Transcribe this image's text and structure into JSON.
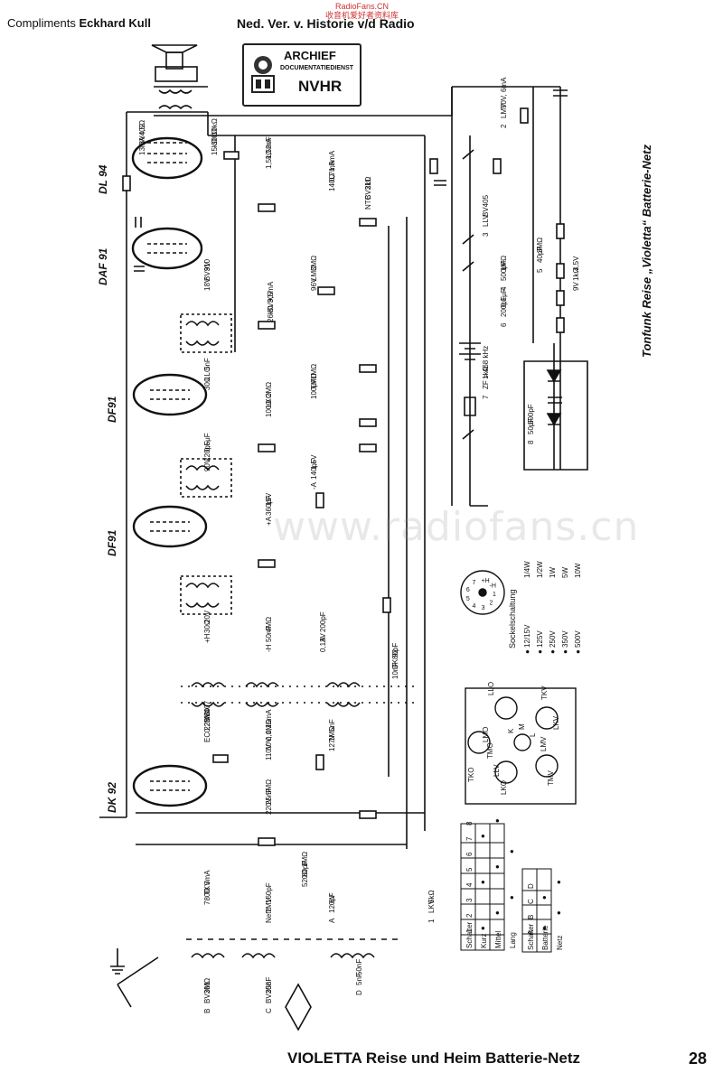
{
  "header": {
    "compliments_prefix": "Compliments",
    "compliments_name": "Eckhard Kull",
    "association": "Ned. Ver. v. Historie v/d Radio",
    "watermark_line1": "RadioFans.CN",
    "watermark_line2": "收音机爱好者资料库"
  },
  "stamp": {
    "title": "ARCHIEF",
    "subtitle": "DOCUMENTATIEDIENST",
    "org": "NVHR"
  },
  "side_title": "Tonfunk Reise „Violetta“ Batterie-Netz",
  "watermark_mid": "www.radiofans.cn",
  "footer": {
    "title_bold": "VIOLETTA",
    "title_rest": "Reise und Heim Batterie-Netz",
    "page_number": "28"
  },
  "tubes": [
    {
      "name": "DL 94"
    },
    {
      "name": "DAF 91"
    },
    {
      "name": "DF91"
    },
    {
      "name": "DF91"
    },
    {
      "name": "DK 92"
    }
  ],
  "component_labels": [
    "4,5Ω",
    "10kΩ",
    "2nF",
    "1,5mA",
    "2kΩ",
    "9V",
    "9,5mA",
    "3MΩ",
    "5nF",
    "2MΩ",
    "1MΩ",
    "0,5μF",
    "15V",
    "1,5V",
    "20V",
    "4MΩ",
    "200pF",
    "80pF",
    "BV407",
    "0,1MΩ",
    "5nF",
    "5MΩ",
    "1MΩ",
    "3mA",
    "160pF",
    "6V",
    "2MΩ",
    "25nF",
    "50nF",
    "5kΩ",
    "70V, 6mA",
    "BV405",
    "1MΩ",
    "3MΩ",
    "0,1μF",
    "1kΩ",
    "500pF",
    "4,5V",
    "BV402",
    "30kΩ",
    "1,5mA",
    "0,7mA",
    "BV311",
    "BV310",
    "BV307",
    "LMO",
    "LLO",
    "LKO",
    "TMO",
    "220pF",
    "360pF",
    "140pF",
    "30Ω",
    "50nF",
    "3V",
    "DK 92",
    "0,2MΩ",
    "60V, 0,15mA",
    "1MΩ",
    "25nF",
    "80pF",
    "TKV",
    "TMV",
    "120pF",
    "BV301",
    "BV308",
    "5nF",
    "LKV",
    "LMV",
    "LLV",
    "500pF",
    "40pF",
    "200pF",
    "ZF = 468 kHz",
    "50μF",
    "1kΩ",
    "13mA",
    "15kΩ",
    "1,5kΩ",
    "140Ω",
    "NTC",
    "18V",
    "26kΩ",
    "96V",
    "30Ω",
    "100Ω",
    "100μF",
    "90V",
    "+A",
    "-A",
    "+H",
    "-H",
    "0,1A",
    "10nF",
    "EC 220/80",
    "110V",
    "127V",
    "220V",
    "520Ω",
    "780Ω",
    "Netz",
    "A",
    "B",
    "C",
    "D",
    "1",
    "2",
    "3",
    "4",
    "5",
    "6",
    "7",
    "8",
    "9V"
  ],
  "tube_base": {
    "title": "Sockelschaltung",
    "pins": [
      "1",
      "2",
      "3",
      "4",
      "5",
      "6",
      "7",
      "+H",
      "-H"
    ],
    "voltage_legend": [
      "12/15V",
      "125V",
      "250V",
      "350V",
      "500V"
    ],
    "wattage_legend": [
      "1/4W",
      "1/2W",
      "1W",
      "5W",
      "10W"
    ]
  },
  "coil_layout": [
    "LLO",
    "TKV",
    "LKV",
    "LMO",
    "LMV",
    "TKO",
    "TMO",
    "LKO",
    "LLV",
    "TMV",
    "K",
    "M",
    "L"
  ],
  "switch_table": {
    "header": [
      "Schalter",
      "1",
      "2",
      "3",
      "4",
      "5",
      "6",
      "7",
      "8"
    ],
    "rows": [
      {
        "label": "Kurz",
        "dots": [
          1,
          0,
          0,
          1,
          0,
          0,
          1,
          0
        ]
      },
      {
        "label": "Mittel",
        "dots": [
          0,
          1,
          0,
          0,
          1,
          0,
          0,
          1
        ]
      },
      {
        "label": "Lang",
        "dots": [
          0,
          0,
          1,
          0,
          0,
          1,
          0,
          0
        ]
      }
    ]
  },
  "power_table": {
    "header": [
      "Schalter",
      "A",
      "B",
      "C",
      "D"
    ],
    "rows": [
      {
        "label": "Batterie",
        "dots": [
          1,
          0,
          1,
          0
        ]
      },
      {
        "label": "Netz",
        "dots": [
          0,
          1,
          0,
          1
        ]
      }
    ]
  }
}
